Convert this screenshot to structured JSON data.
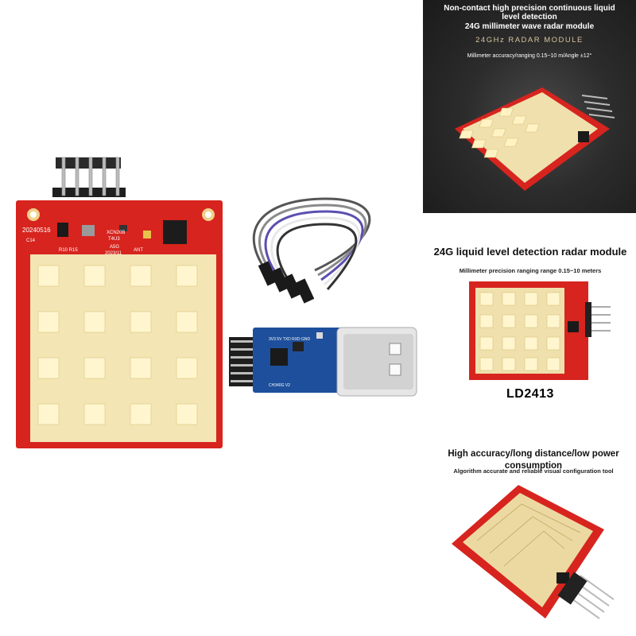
{
  "panel_top": {
    "title_lines": [
      "Non-contact high precision continuous liquid",
      "level detection",
      "24G millimeter wave radar module"
    ],
    "subtitle": "24GHz RADAR MODULE",
    "spec": "Millimeter accuracy/ranging 0.15~10 m/Angle ±12°"
  },
  "panel_mid": {
    "title": "24G liquid level detection radar module",
    "subtitle": "Millimeter precision ranging range 0.15~10 meters",
    "model": "LD2413"
  },
  "panel_bottom": {
    "title": "High accuracy/long distance/low power consumption",
    "subtitle": "Algorithm accurate and reliable visual configuration tool"
  },
  "pcb_silkscreen": {
    "date": "20240516",
    "c14": "C14",
    "r10_r15": "R10 R15",
    "chip_lines": [
      "XCN20B",
      "T4U3"
    ],
    "a5g": "A5G",
    "year": "2023/11",
    "ant": "ANT"
  },
  "usb_adapter_labels": {
    "pins": "3V3  5V  TXD  RXD  GND",
    "bottom": "CH340G  V2"
  },
  "colors": {
    "pcb_red": "#d7241e",
    "antenna_cream": "#f3e5b4",
    "patch_yellow": "#fff6cf",
    "usb_blue": "#1e4f9c",
    "dark_bg": "#2a2a2a"
  }
}
